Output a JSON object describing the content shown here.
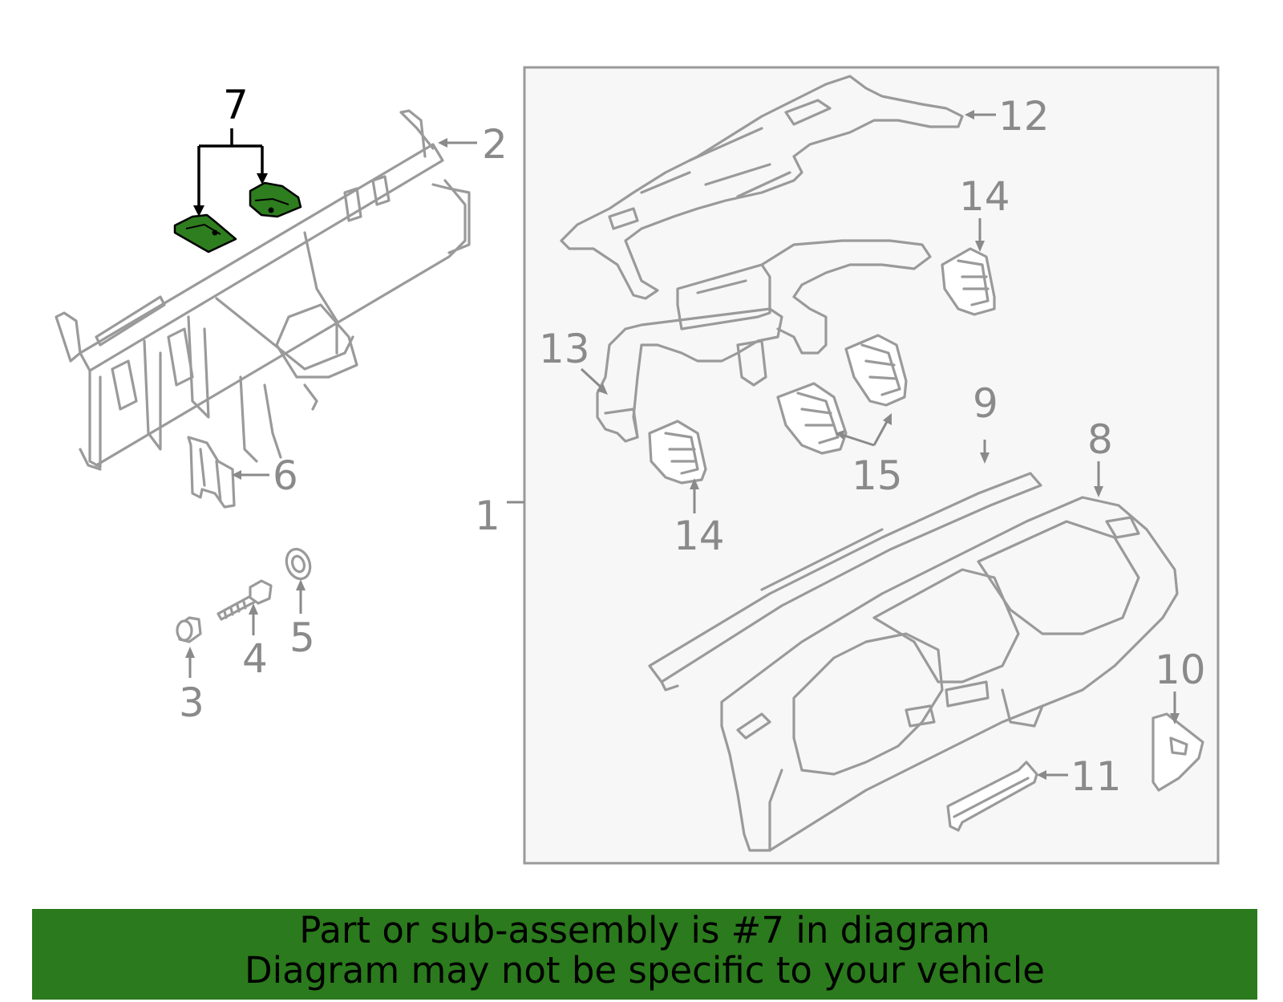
{
  "callouts": {
    "c1": "1",
    "c2": "2",
    "c3": "3",
    "c4": "4",
    "c5": "5",
    "c6": "6",
    "c7": "7",
    "c8": "8",
    "c9": "9",
    "c10": "10",
    "c11": "11",
    "c12": "12",
    "c13": "13",
    "c14a": "14",
    "c14b": "14",
    "c15": "15"
  },
  "banner": {
    "line1": "Part or sub-assembly is #7 in diagram",
    "line2": "Diagram may not be specific to your vehicle"
  },
  "colors": {
    "highlight_part": "#2e7d1f",
    "banner_bg": "#2b7a1d",
    "line_gray": "#9a9a9a",
    "inset_bg": "#f7f7f7"
  }
}
